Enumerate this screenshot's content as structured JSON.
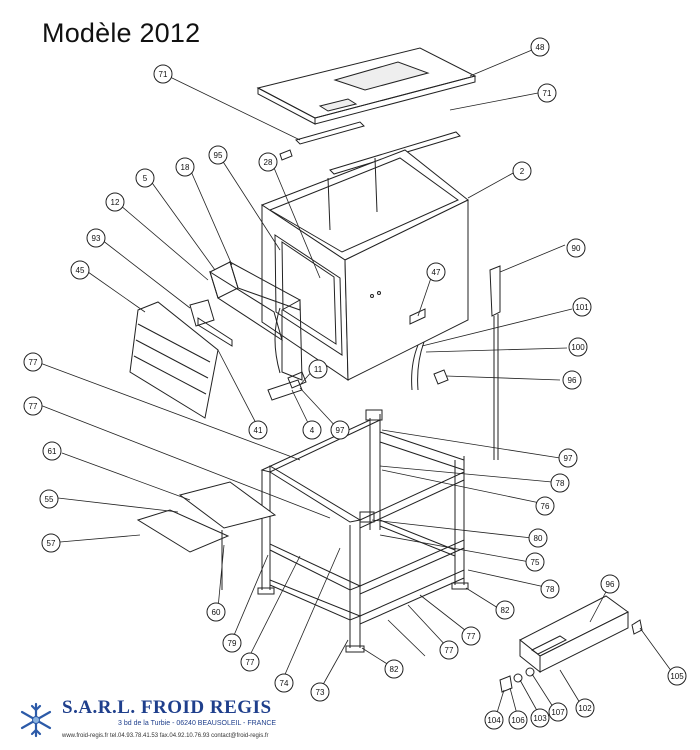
{
  "title": "Modèle 2012",
  "labels": [
    {
      "id": "71-top",
      "text": "71"
    },
    {
      "id": "48",
      "text": "48"
    },
    {
      "id": "71-right",
      "text": "71"
    },
    {
      "id": "5",
      "text": "5"
    },
    {
      "id": "18",
      "text": "18"
    },
    {
      "id": "95",
      "text": "95"
    },
    {
      "id": "28",
      "text": "28"
    },
    {
      "id": "2",
      "text": "2"
    },
    {
      "id": "12",
      "text": "12"
    },
    {
      "id": "93",
      "text": "93"
    },
    {
      "id": "90",
      "text": "90"
    },
    {
      "id": "45",
      "text": "45"
    },
    {
      "id": "47",
      "text": "47"
    },
    {
      "id": "101",
      "text": "101"
    },
    {
      "id": "100",
      "text": "100"
    },
    {
      "id": "77-a",
      "text": "77"
    },
    {
      "id": "11",
      "text": "11"
    },
    {
      "id": "96-top",
      "text": "96"
    },
    {
      "id": "77-b",
      "text": "77"
    },
    {
      "id": "41",
      "text": "41"
    },
    {
      "id": "4",
      "text": "4"
    },
    {
      "id": "97-a",
      "text": "97"
    },
    {
      "id": "97-b",
      "text": "97"
    },
    {
      "id": "61",
      "text": "61"
    },
    {
      "id": "78-a",
      "text": "78"
    },
    {
      "id": "76",
      "text": "76"
    },
    {
      "id": "55",
      "text": "55"
    },
    {
      "id": "80",
      "text": "80"
    },
    {
      "id": "57",
      "text": "57"
    },
    {
      "id": "75",
      "text": "75"
    },
    {
      "id": "78-b",
      "text": "78"
    },
    {
      "id": "96-bottom",
      "text": "96"
    },
    {
      "id": "60",
      "text": "60"
    },
    {
      "id": "82-right",
      "text": "82"
    },
    {
      "id": "79",
      "text": "79"
    },
    {
      "id": "77-c",
      "text": "77"
    },
    {
      "id": "77-d",
      "text": "77"
    },
    {
      "id": "77-e",
      "text": "77"
    },
    {
      "id": "82-bottom",
      "text": "82"
    },
    {
      "id": "74",
      "text": "74"
    },
    {
      "id": "73",
      "text": "73"
    },
    {
      "id": "105",
      "text": "105"
    },
    {
      "id": "102",
      "text": "102"
    },
    {
      "id": "107",
      "text": "107"
    },
    {
      "id": "103",
      "text": "103"
    },
    {
      "id": "106",
      "text": "106"
    },
    {
      "id": "104",
      "text": "104"
    }
  ],
  "footer": {
    "company": "S.A.R.L. FROID REGIS",
    "address": "3 bd de la Turbie - 06240 BEAUSOLEIL - FRANCE",
    "contact": "www.froid-regis.fr  tel.04.93.78.41.53  fax.04.92.10.76.93  contact@froid-regis.fr"
  },
  "colors": {
    "ink": "#222222",
    "brand": "#1f3f8c"
  },
  "logo_icon": "snowflake-icon"
}
